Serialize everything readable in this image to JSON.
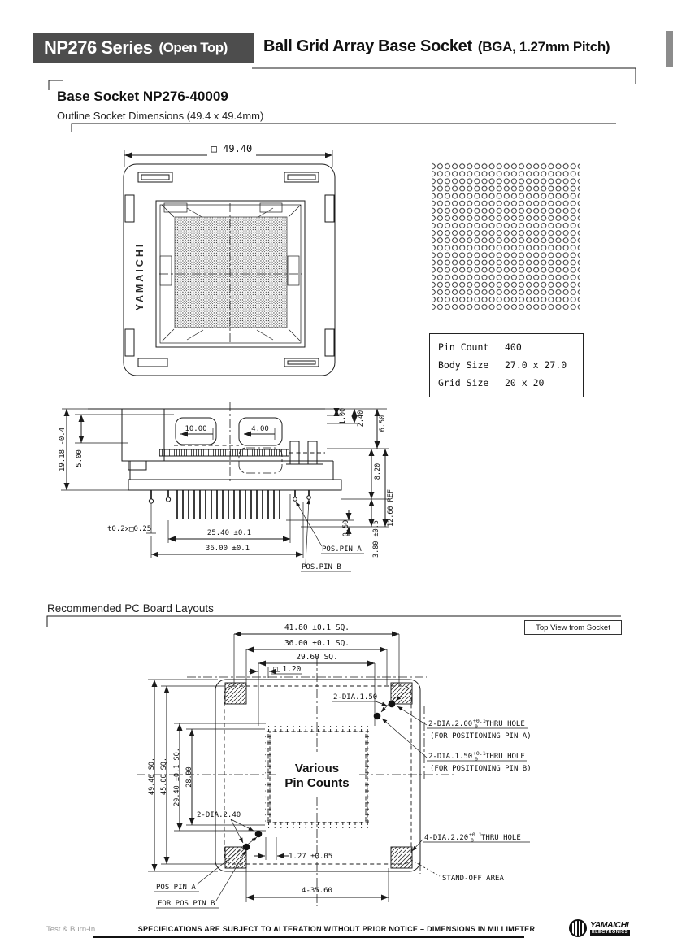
{
  "header": {
    "series": "NP276 Series",
    "series_suffix": "(Open Top)",
    "title": "Ball Grid Array Base Socket",
    "title_suffix": "(BGA, 1.27mm Pitch)"
  },
  "section": {
    "title": "Base Socket NP276-40009",
    "subtitle": "Outline Socket Dimensions (49.4 x 49.4mm)"
  },
  "top_view": {
    "dim_width": "□ 49.40",
    "brand": "YAMAICHI"
  },
  "ball_grid": {
    "rows": 20,
    "cols": 20
  },
  "spec_table": {
    "rows": [
      {
        "label": "Pin Count",
        "value": "400"
      },
      {
        "label": "Body Size",
        "value": "27.0 x 27.0"
      },
      {
        "label": "Grid Size",
        "value": "20 x 20"
      }
    ]
  },
  "side_view": {
    "dims": {
      "h1918": "19.18 -0.4",
      "d500": "5.00",
      "d1000": "10.00",
      "d400": "4.00",
      "d100": "1.00",
      "d240": "2.40",
      "d650": "6.50",
      "d820": "8.20",
      "d050": "0.50",
      "d380": "3.80 ±0.5",
      "dref": "12.60 REF",
      "d2540": "25.40 ±0.1",
      "d3600": "36.00 ±0.1",
      "pin_note": "t0.2x□0.25"
    },
    "labels": {
      "pin_a": "POS.PIN A",
      "pin_b": "POS.PIN B"
    }
  },
  "pcb": {
    "heading": "Recommended PC Board Layouts",
    "view_tag": "Top View from Socket",
    "dims": {
      "sq4180": "41.80 ±0.1 SQ.",
      "sq3600": "36.00 ±0.1 SQ.",
      "sq2960": "29.60 SQ.",
      "pad": "□ 1.20",
      "sq4940": "49.40 SQ.",
      "sq4500": "45.00 SQ.",
      "sq2940": "29.40 ±0.1 SQ.",
      "d2800": "28.00",
      "pitch": "1.27 ±0.05",
      "span": "4-35.60",
      "dia150": "2-DIA.1.50",
      "dia240": "2-DIA.2.40"
    },
    "center": {
      "l1": "Various",
      "l2": "Pin Counts"
    },
    "notes": {
      "pin_a": {
        "pre": "2-DIA.2.00",
        "tol_top": "+0.1",
        "tol_bot": "0",
        "post": "THRU HOLE",
        "sub": "(FOR POSITIONING PIN A)"
      },
      "pin_b": {
        "pre": "2-DIA.1.50",
        "tol_top": "+0.1",
        "tol_bot": "0",
        "post": "THRU HOLE",
        "sub": "(FOR POSITIONING PIN B)"
      },
      "thru": {
        "pre": "4-DIA.2.20",
        "tol_top": "+0.1",
        "tol_bot": "0",
        "post": "THRU HOLE"
      },
      "standoff": "STAND-OFF AREA",
      "pos_a": "POS PIN A",
      "pos_b": "FOR POS PIN B"
    }
  },
  "footer": {
    "left": "Test & Burn-In",
    "center": "SPECIFICATIONS ARE SUBJECT TO ALTERATION WITHOUT PRIOR NOTICE   –   DIMENSIONS IN MILLIMETER",
    "logo_top": "YAMAICHI",
    "logo_bottom": "ELECTRONICS"
  }
}
